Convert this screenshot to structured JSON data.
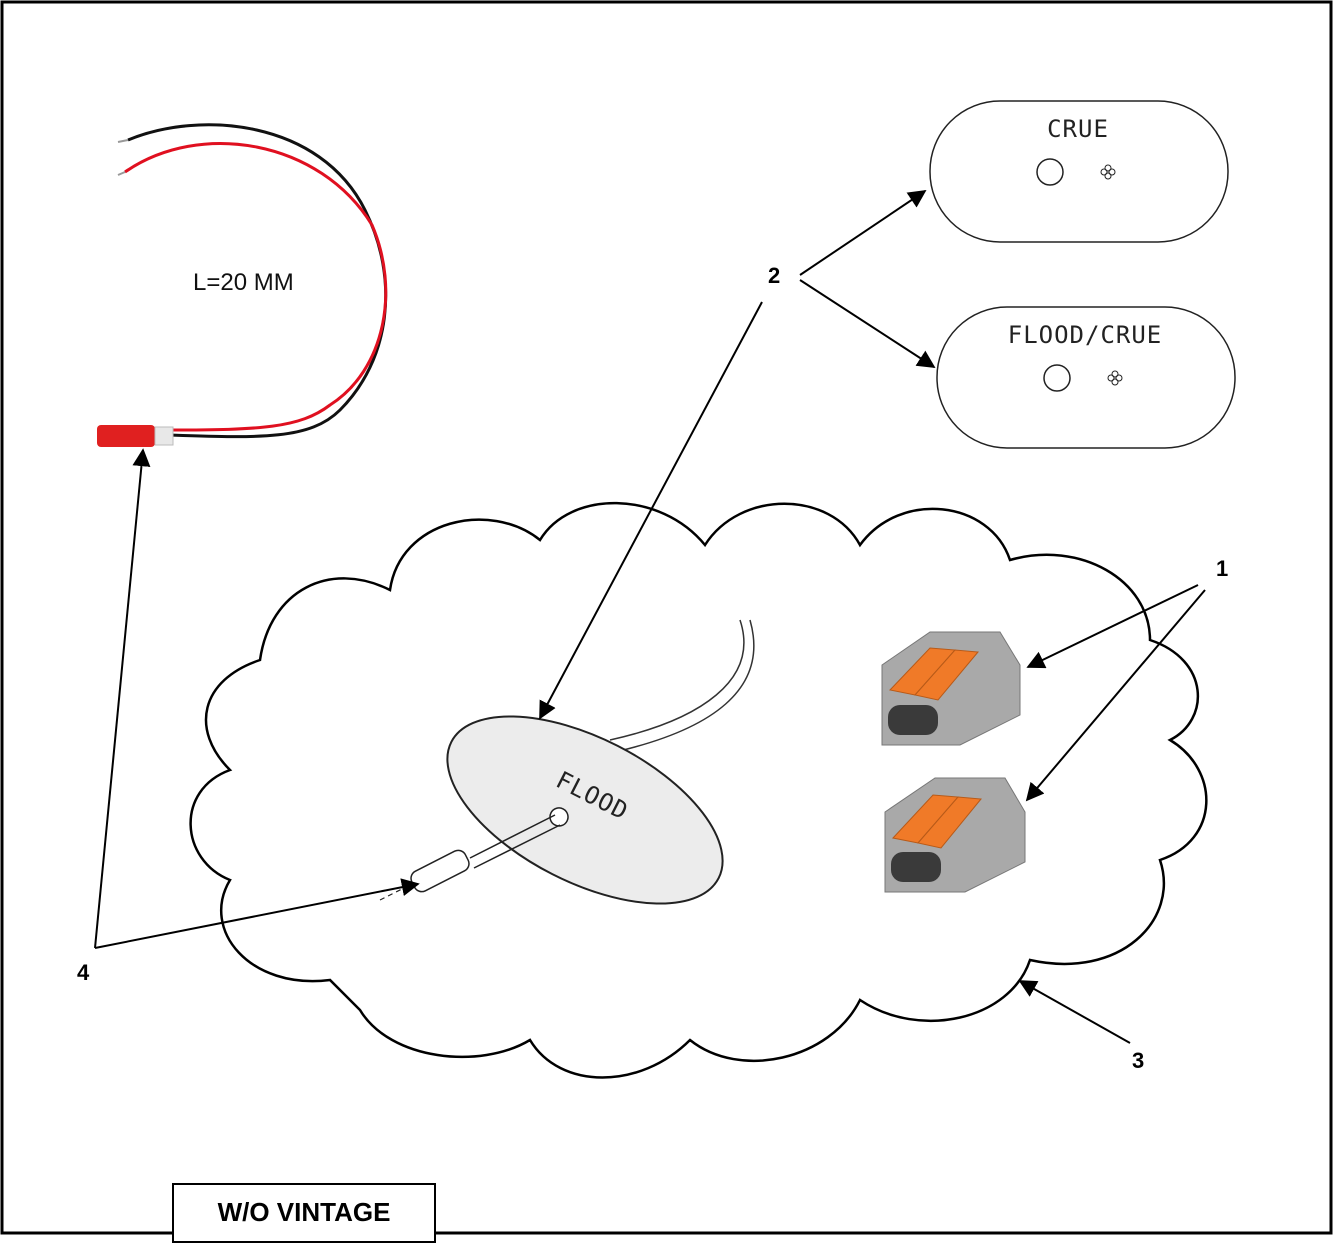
{
  "wire": {
    "length_label": "L=20 MM"
  },
  "plates": [
    {
      "label": "CRUE"
    },
    {
      "label": "FLOOD/CRUE"
    }
  ],
  "installed_plate": {
    "label": "FLOOD"
  },
  "callouts": {
    "wago_connectors": "1",
    "plate": "2",
    "cloud": "3",
    "led": "4"
  },
  "footer": {
    "label": "W/O VINTAGE"
  },
  "colors": {
    "led_red": "#e02020",
    "wire_red": "#e01020",
    "connector_orange": "#f07a28",
    "connector_grey": "#a9a9a9"
  }
}
